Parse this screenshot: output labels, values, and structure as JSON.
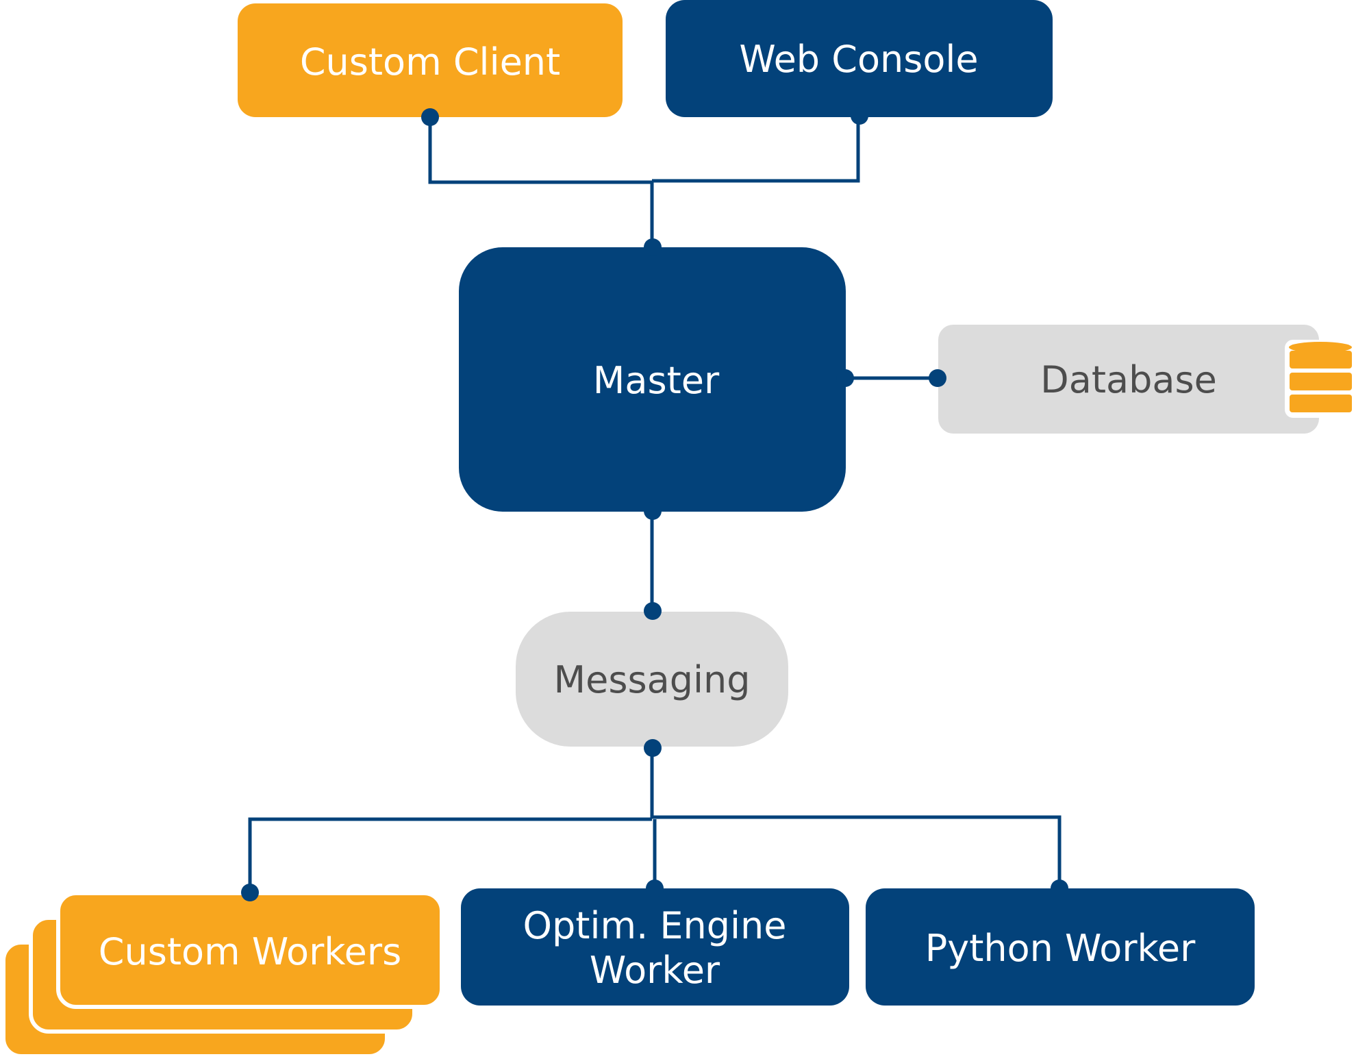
{
  "colors": {
    "navy": "#03427a",
    "orange": "#f8a61e",
    "gray": "#dcdcdc",
    "gray_text": "#4d4d4d",
    "white": "#ffffff"
  },
  "nodes": {
    "custom_client": "Custom Client",
    "web_console": "Web Console",
    "master": "Master",
    "database": "Database",
    "messaging": "Messaging",
    "custom_workers": "Custom Workers",
    "optim_engine_worker_line1": "Optim. Engine",
    "optim_engine_worker_line2": "Worker",
    "python_worker": "Python Worker"
  },
  "icons": {
    "database": "database-cylinder-icon"
  }
}
